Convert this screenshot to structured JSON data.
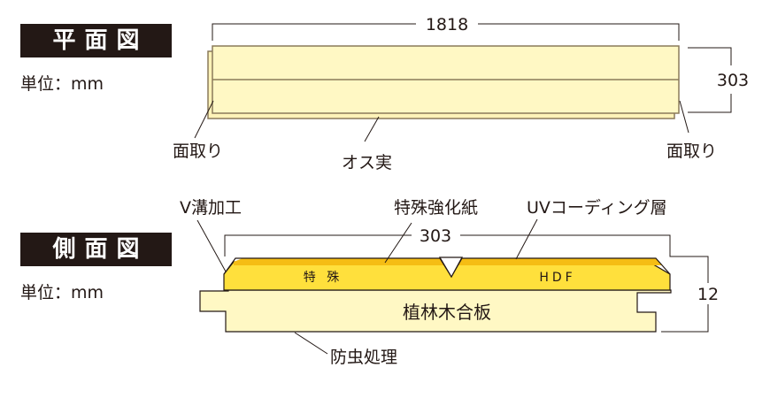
{
  "plan_view": {
    "title": "平面図",
    "unit": "単位：mm",
    "width_dim": "1818",
    "height_dim": "303",
    "labels": {
      "chamfer_left": "面取り",
      "tongue": "オス実",
      "chamfer_right": "面取り"
    }
  },
  "side_view": {
    "title": "側面図",
    "unit": "単位：mm",
    "width_dim": "303",
    "thickness_dim": "12",
    "labels": {
      "v_groove": "V溝加工",
      "special_paper": "特殊強化紙",
      "uv_coating": "UVコーディング層",
      "insect_treatment": "防虫処理"
    },
    "layers": {
      "top_left": "特 殊",
      "top_right": "HDF",
      "core": "植林木合板"
    }
  },
  "colors": {
    "board_fill": "#fff8c4",
    "hdf_fill": "#ffe03c",
    "paper_fill": "#f5bd14",
    "outline": "#8a7a5a",
    "title_bg": "#231815"
  }
}
